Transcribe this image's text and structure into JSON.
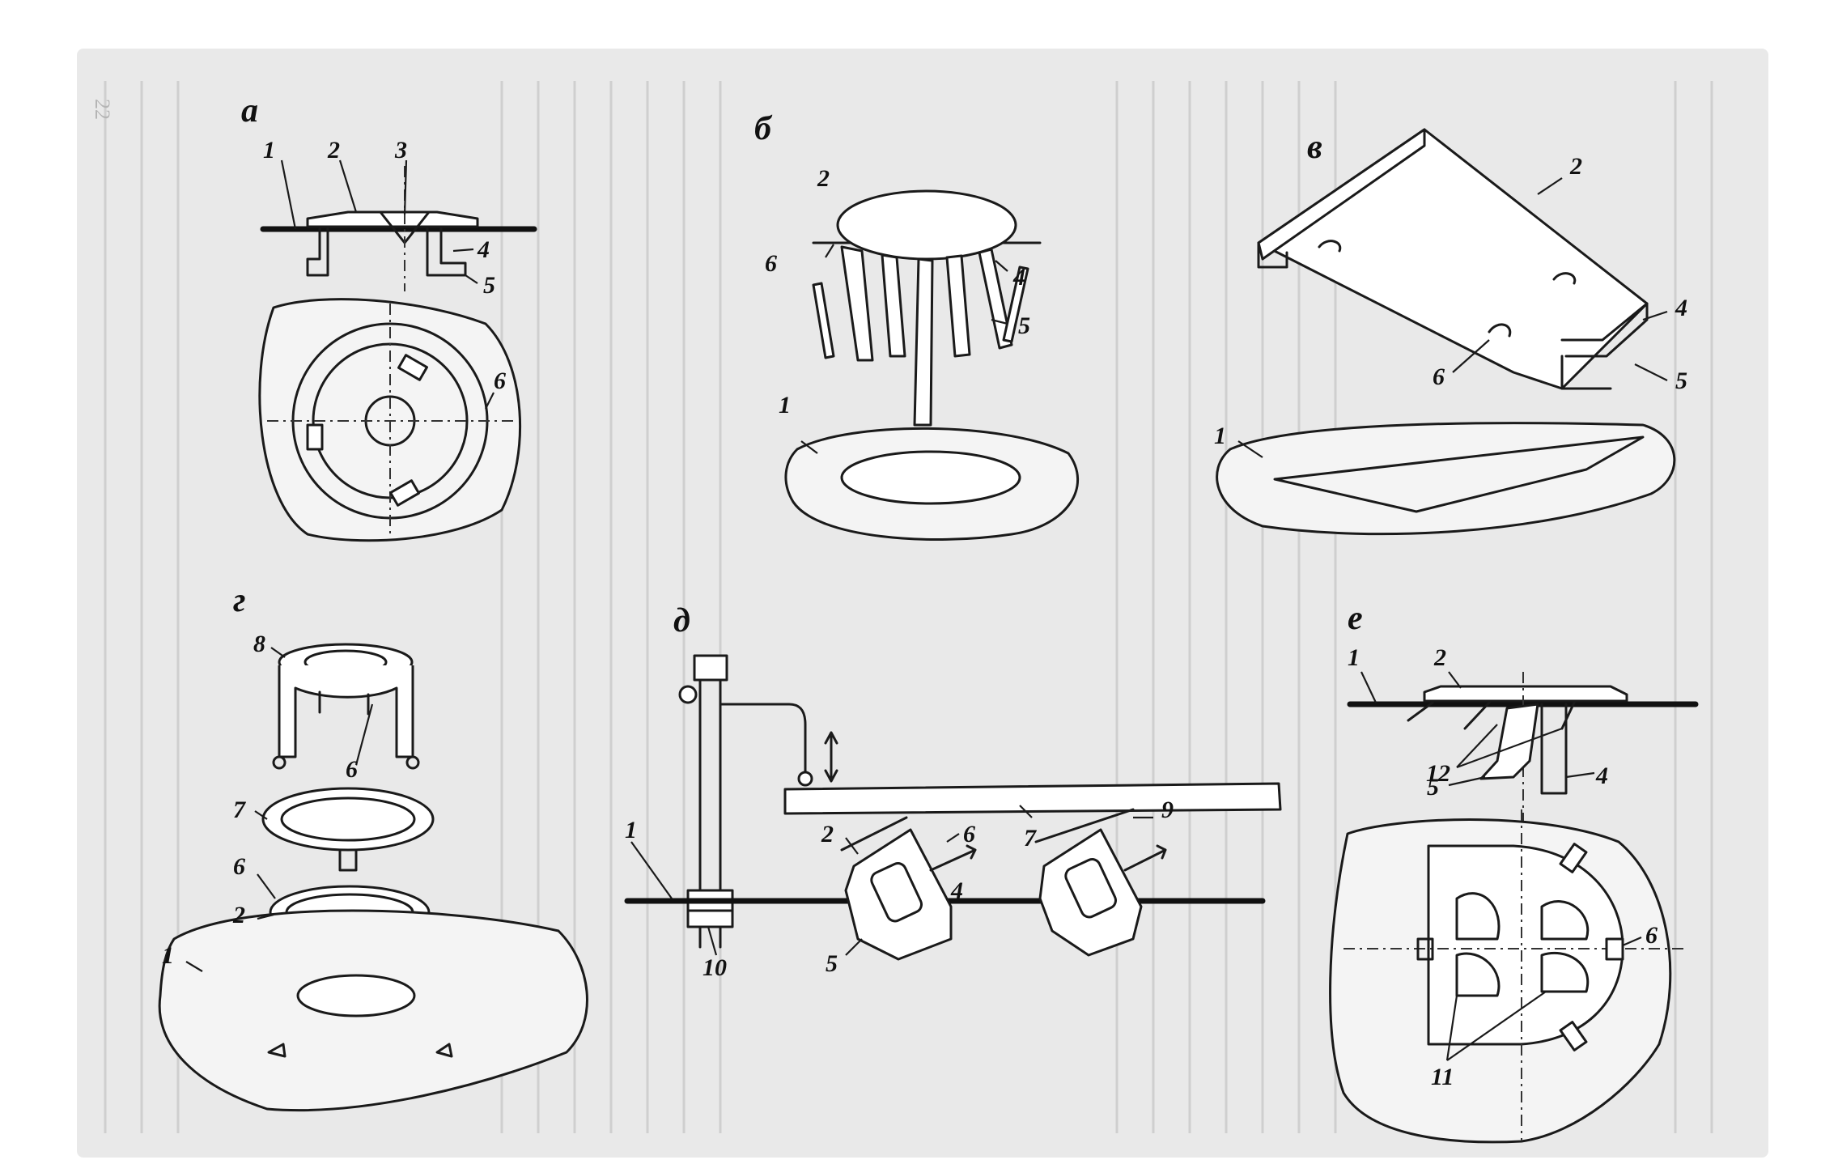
{
  "page_number": "22",
  "panels": {
    "a": {
      "label": "а",
      "parts": [
        "1",
        "2",
        "3",
        "4",
        "5",
        "6"
      ]
    },
    "b": {
      "label": "б",
      "parts": [
        "2",
        "6",
        "4",
        "5",
        "1"
      ]
    },
    "v": {
      "label": "в",
      "parts": [
        "2",
        "4",
        "6",
        "5",
        "1"
      ]
    },
    "g": {
      "label": "г",
      "parts": [
        "8",
        "6",
        "7",
        "6",
        "2",
        "1"
      ]
    },
    "d": {
      "label": "д",
      "parts": [
        "1",
        "2",
        "6",
        "4",
        "7",
        "9",
        "5",
        "10"
      ]
    },
    "e": {
      "label": "е",
      "parts": [
        "1",
        "2",
        "12",
        "4",
        "5",
        "6",
        "11"
      ]
    }
  },
  "colors": {
    "ink": "#1a1a1a",
    "paper": "#e9e9e9",
    "bleed_text": "#cfcfcf"
  }
}
